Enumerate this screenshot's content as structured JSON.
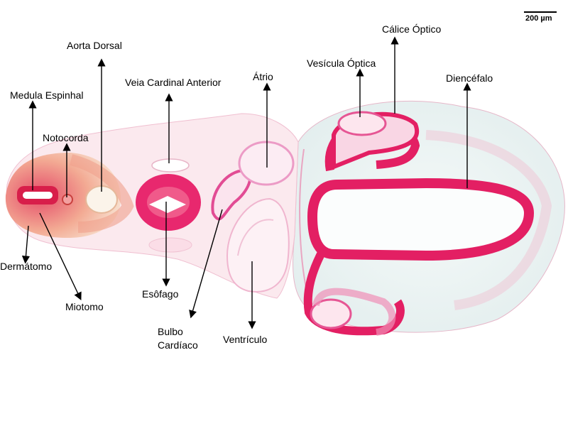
{
  "scale_bar": {
    "text": "200 µm"
  },
  "labels": {
    "medula_espinhal": "Medula Espinhal",
    "notocorda": "Notocorda",
    "aorta_dorsal": "Aorta Dorsal",
    "veia_cardinal_anterior": "Veia Cardinal Anterior",
    "atrio": "Átrio",
    "vesicula_optica": "Vesícula Óptica",
    "calice_optico": "Cálice Óptico",
    "diencefalo": "Diencéfalo",
    "dermatomo": "Dermátomo",
    "miotomo": "Miotomo",
    "esofago": "Esôfago",
    "bulbo_cardiaco_1": "Bulbo",
    "bulbo_cardiaco_2": "Cardíaco",
    "ventriculo": "Ventrículo"
  },
  "colors": {
    "tissue_pink": "#e8286e",
    "tissue_light": "#f7c8d8",
    "background_tint": "#e4f0f0",
    "fluid_bg": "#eef6f5"
  }
}
